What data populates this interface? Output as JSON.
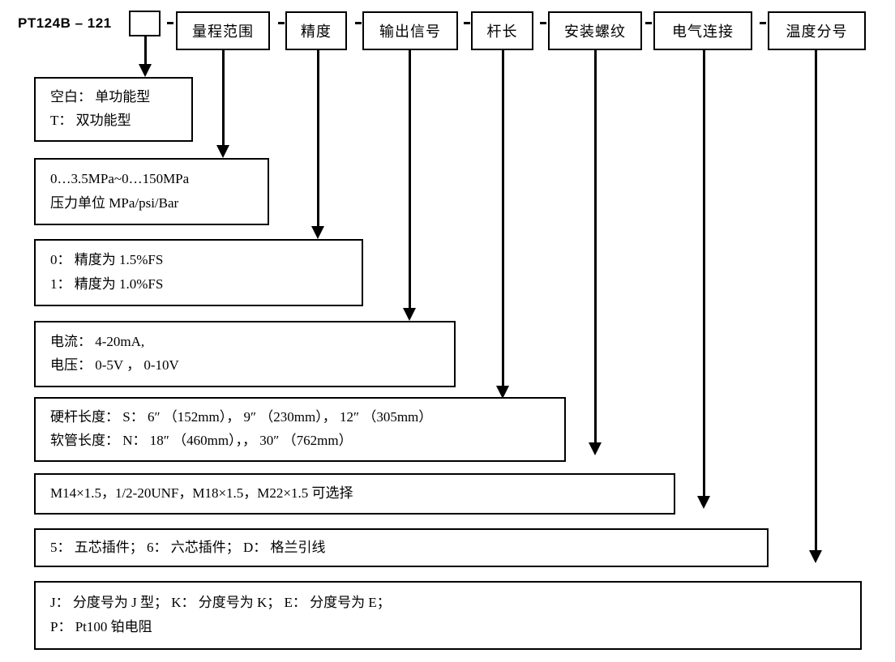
{
  "product_code": "PT124B – 121",
  "colors": {
    "line": "#000000",
    "background": "#ffffff"
  },
  "fields": [
    {
      "key": "range",
      "label": "量程范围"
    },
    {
      "key": "accuracy",
      "label": "精度"
    },
    {
      "key": "output-signal",
      "label": "输出信号"
    },
    {
      "key": "rod-length",
      "label": "杆长"
    },
    {
      "key": "mounting-thread",
      "label": "安装螺纹"
    },
    {
      "key": "electrical-connection",
      "label": "电气连接"
    },
    {
      "key": "temperature-type",
      "label": "温度分号"
    }
  ],
  "type_code_box_value": "",
  "descriptions": [
    {
      "key": "function-type",
      "lines": [
        "空白： 单功能型",
        "T： 双功能型"
      ]
    },
    {
      "key": "range",
      "lines": [
        "0…3.5MPa~0…150MPa",
        "压力单位 MPa/psi/Bar"
      ]
    },
    {
      "key": "accuracy",
      "lines": [
        "0： 精度为 1.5%FS",
        "1： 精度为 1.0%FS"
      ]
    },
    {
      "key": "output-signal",
      "lines": [
        "电流： 4-20mA,",
        "电压： 0-5V ，  0-10V"
      ]
    },
    {
      "key": "rod-length",
      "lines": [
        "硬杆长度： S： 6″ （152mm）， 9″ （230mm）， 12″ （305mm）",
        "软管长度： N： 18″ （460mm），， 30″ （762mm）"
      ]
    },
    {
      "key": "mounting-thread",
      "lines": [
        "M14×1.5，1/2-20UNF，M18×1.5，M22×1.5 可选择"
      ]
    },
    {
      "key": "electrical-connection",
      "lines": [
        "5： 五芯插件； 6： 六芯插件； D： 格兰引线"
      ]
    },
    {
      "key": "temperature-type",
      "lines": [
        "J： 分度号为 J 型； K： 分度号为 K； E： 分度号为 E；",
        "P： Pt100 铂电阻"
      ]
    }
  ]
}
